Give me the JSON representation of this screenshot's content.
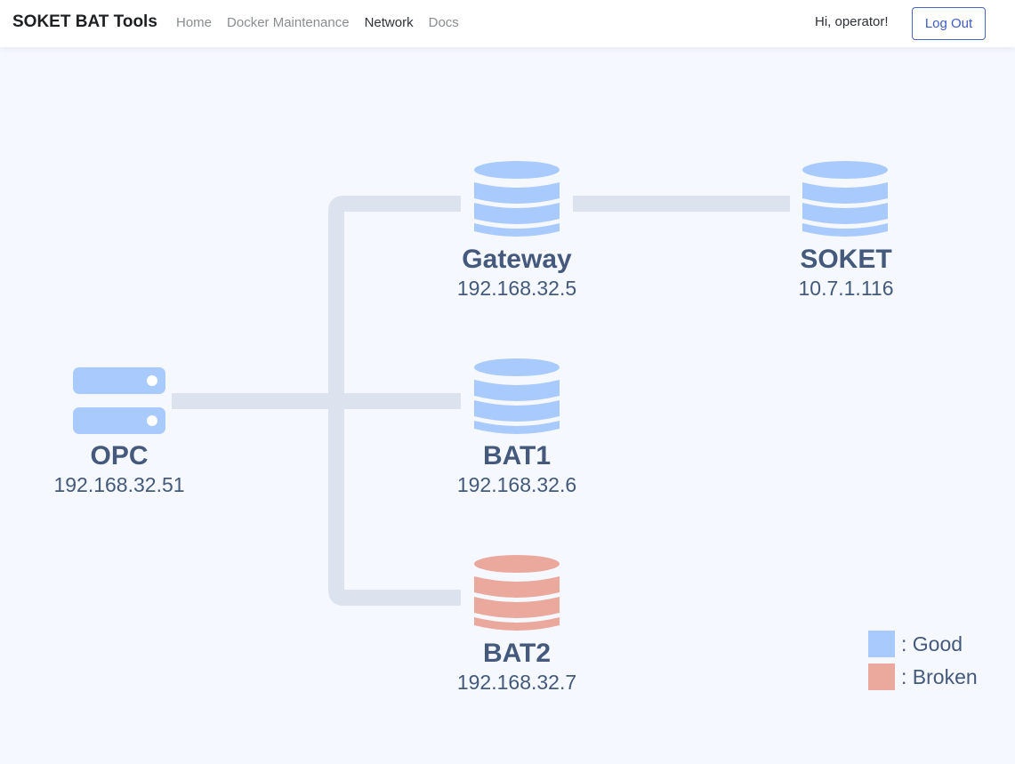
{
  "nav": {
    "brand": "SOKET BAT Tools",
    "links": [
      "Home",
      "Docker Maintenance",
      "Network",
      "Docs"
    ],
    "active_link": "Network",
    "greeting": "Hi, operator!",
    "logout_label": "Log Out"
  },
  "colors": {
    "good": "#a9cafd",
    "broken": "#eba89c",
    "connector": "#dde3ee",
    "text": "#44597b"
  },
  "network": {
    "opc": {
      "name": "OPC",
      "ip": "192.168.32.51",
      "icon": "server-icon",
      "status": "good"
    },
    "gateway": {
      "name": "Gateway",
      "ip": "192.168.32.5",
      "icon": "database-icon",
      "status": "good"
    },
    "soket": {
      "name": "SOKET",
      "ip": "10.7.1.116",
      "icon": "database-icon",
      "status": "good"
    },
    "bat1": {
      "name": "BAT1",
      "ip": "192.168.32.6",
      "icon": "database-icon",
      "status": "good"
    },
    "bat2": {
      "name": "BAT2",
      "ip": "192.168.32.7",
      "icon": "database-icon",
      "status": "broken"
    }
  },
  "legend": {
    "good_label": ": Good",
    "broken_label": ": Broken"
  }
}
